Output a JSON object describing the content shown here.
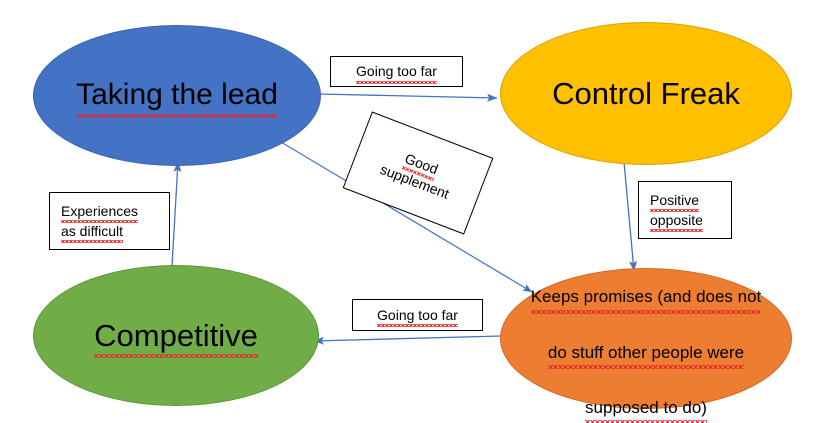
{
  "diagram": {
    "title": "Taking the lead behaviour cycle",
    "background": "#ffffff",
    "connector_color": "#4472C4",
    "spellcheck_underline_color": "#e8252a"
  },
  "nodes": [
    {
      "id": "taking-the-lead",
      "label": "Taking the lead",
      "fill": "#4472C4",
      "stroke": "#3c64ad",
      "text_color": "#000000",
      "spellchecked": true
    },
    {
      "id": "control-freak",
      "label": "Control Freak",
      "fill": "#FFC000",
      "stroke": "#d8a200",
      "text_color": "#000000",
      "spellchecked": false
    },
    {
      "id": "competitive",
      "label": "Competitive",
      "fill": "#70AD47",
      "stroke": "#5f9639",
      "text_color": "#000000",
      "spellchecked": true
    },
    {
      "id": "keeps-promises",
      "label": "Keeps promises (and does not\ndo stuff other people were\nsupposed to do)",
      "line1": "Keeps promises (and does not",
      "line2": "do stuff other people were",
      "line3": "supposed to do)",
      "fill": "#ED7D31",
      "stroke": "#cf6a26",
      "text_color": "#000000",
      "spellchecked": true
    }
  ],
  "connectors": [
    {
      "id": "lead-to-control",
      "from": "taking-the-lead",
      "to": "control-freak",
      "label": "Going too far",
      "color": "#4472C4"
    },
    {
      "id": "lead-to-keeps",
      "from": "taking-the-lead",
      "to": "keeps-promises",
      "label": "Good supplement",
      "label_line1": "Good",
      "label_line2": "supplement",
      "color": "#4472C4",
      "label_rotation_deg": 21
    },
    {
      "id": "control-to-keeps",
      "from": "control-freak",
      "to": "keeps-promises",
      "label": "Positive opposite",
      "label_line1": "Positive",
      "label_line2": "opposite",
      "color": "#4472C4"
    },
    {
      "id": "keeps-to-competitive",
      "from": "keeps-promises",
      "to": "competitive",
      "label": "Going too far",
      "color": "#4472C4"
    },
    {
      "id": "competitive-to-lead",
      "from": "competitive",
      "to": "taking-the-lead",
      "label": "Experiences as difficult",
      "label_line1": "Experiences",
      "label_line2": "as difficult",
      "color": "#4472C4"
    }
  ]
}
